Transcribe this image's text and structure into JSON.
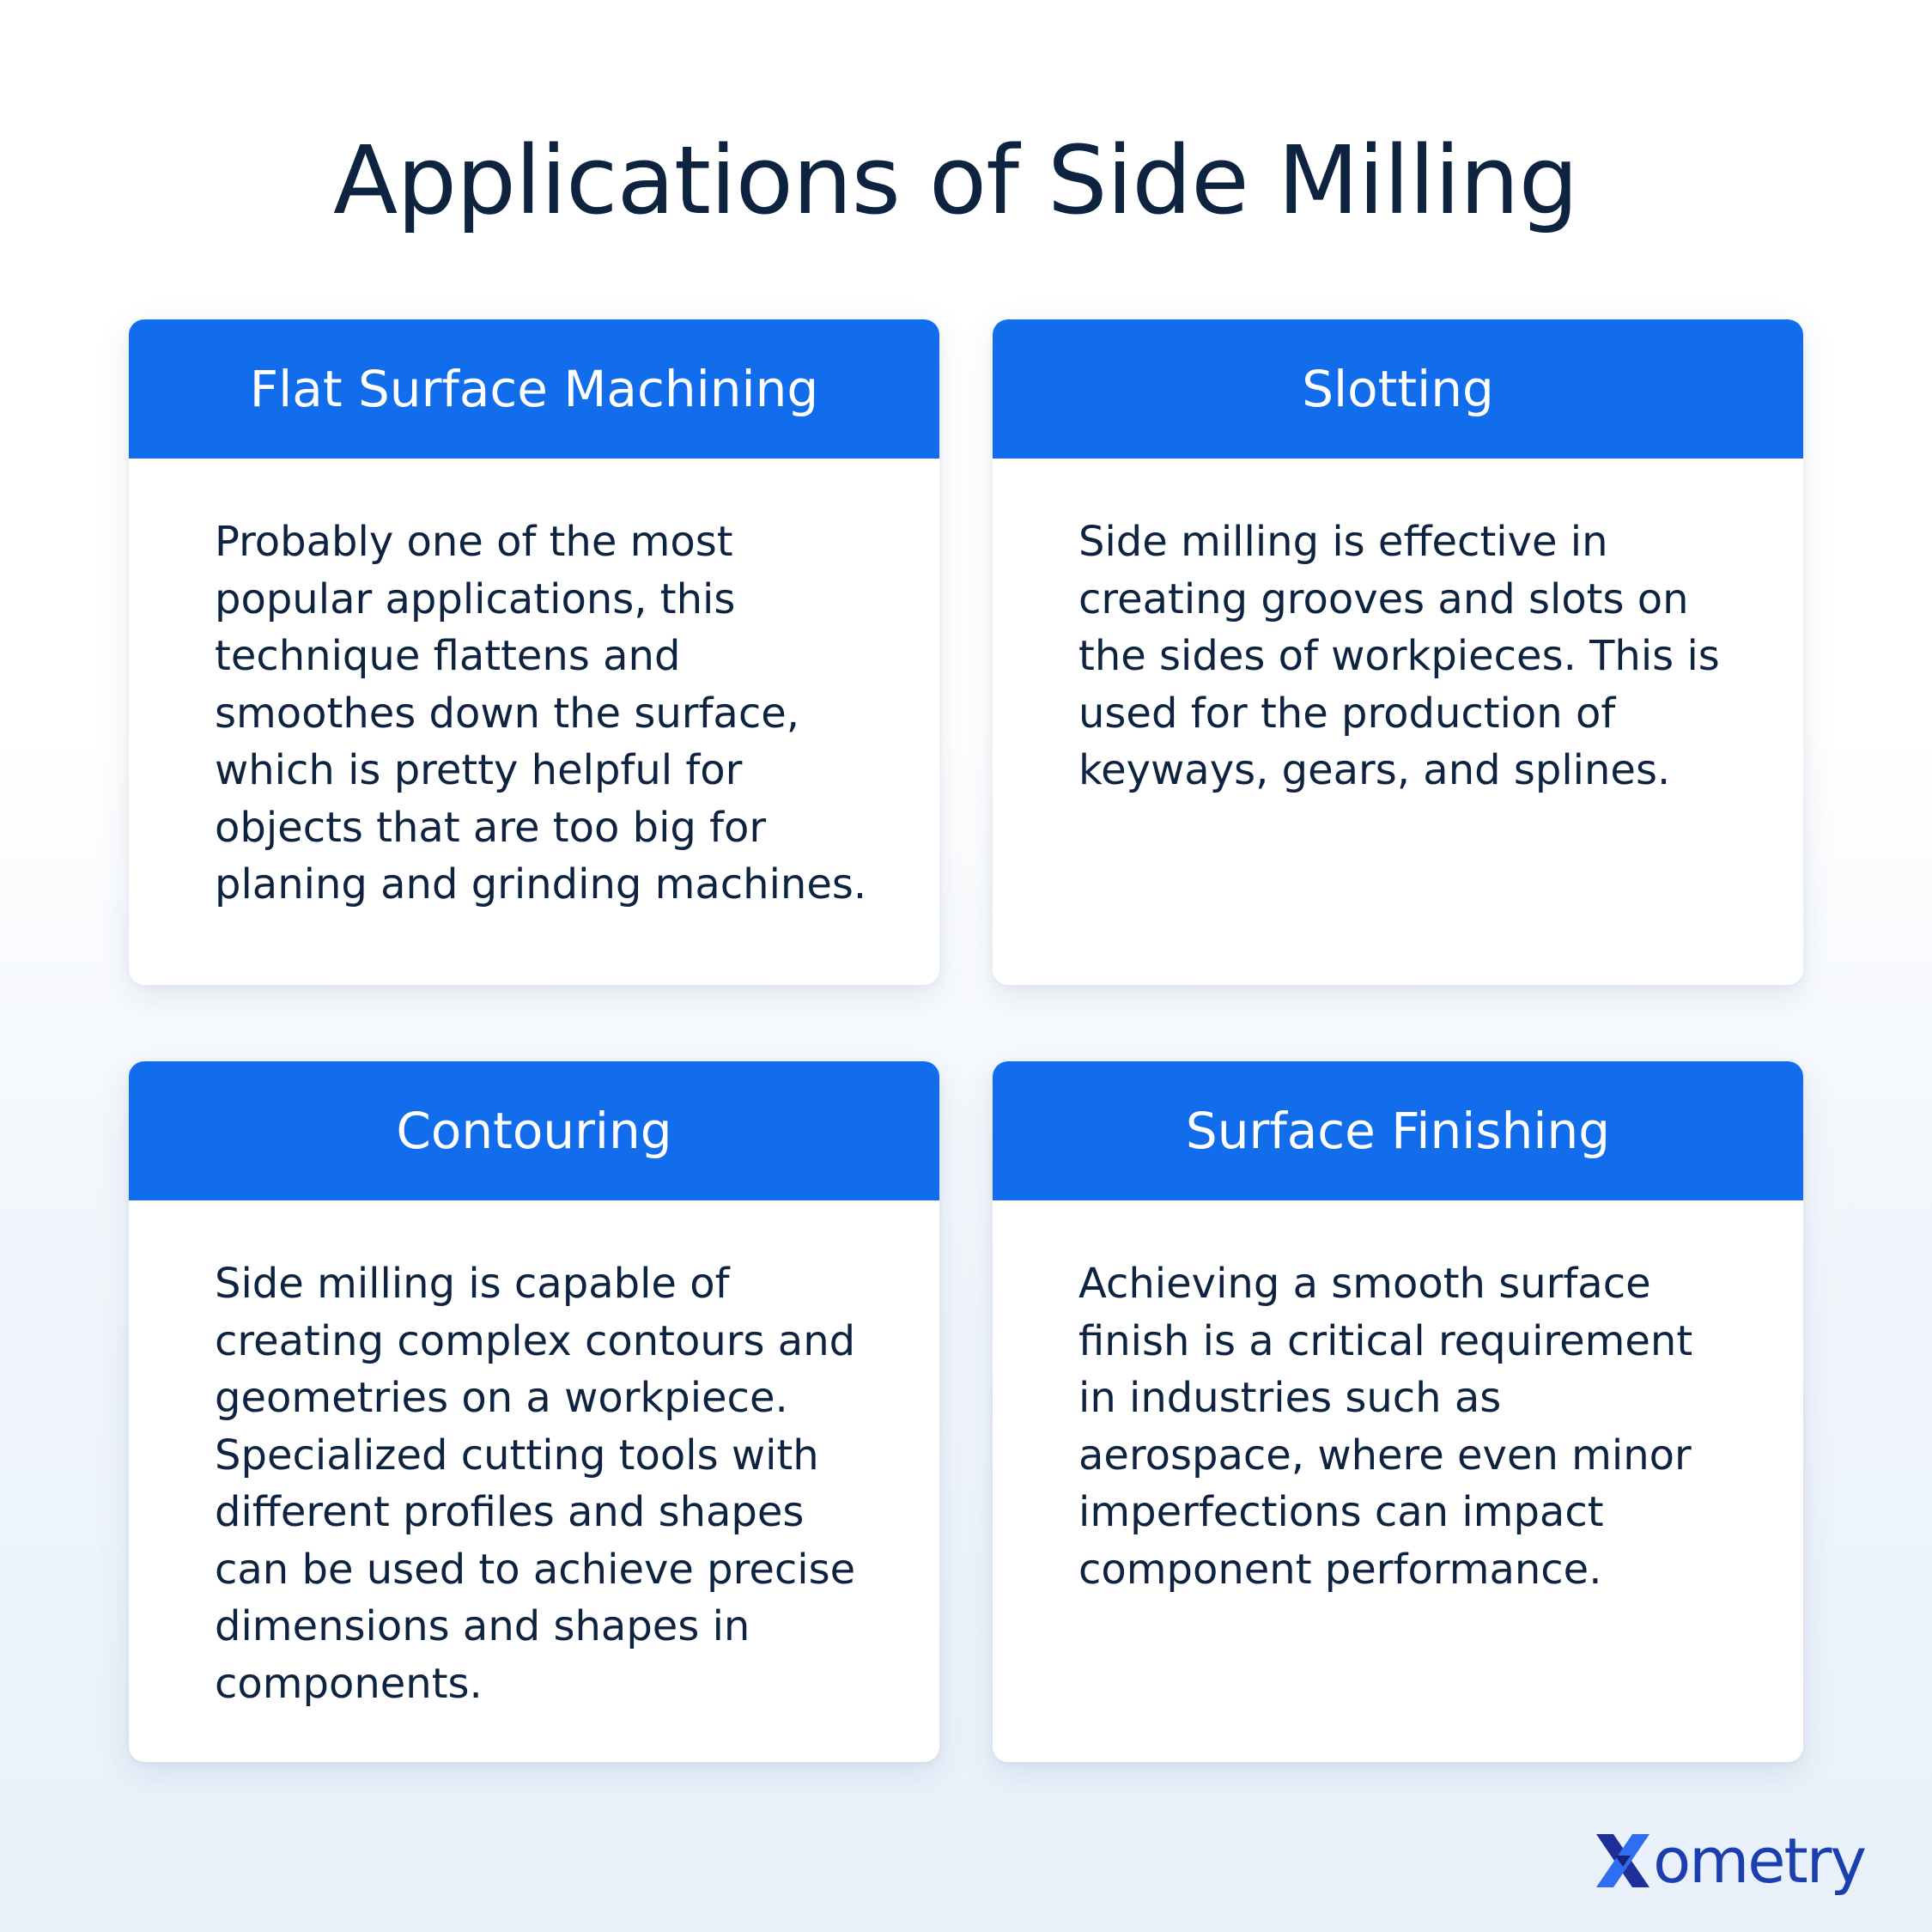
{
  "title": "Applications of Side Milling",
  "cards": [
    {
      "title": "Flat Surface Machining",
      "lines": [
        "Probably one of the most",
        "popular applications, this",
        "technique flattens and",
        "smoothes down the surface,",
        "which is pretty helpful for",
        "objects that are too big for",
        "planing and grinding machines."
      ]
    },
    {
      "title": "Slotting",
      "lines": [
        "Side milling is effective in",
        "creating grooves and slots on",
        "the sides of workpieces. This is",
        "used for the production of",
        "keyways, gears, and splines."
      ]
    },
    {
      "title": "Contouring",
      "lines": [
        "Side milling is capable of",
        "creating complex contours and",
        "geometries on a workpiece.",
        "Specialized cutting tools with",
        "different profiles and shapes",
        "can be used to achieve precise",
        "dimensions and shapes in",
        "components."
      ]
    },
    {
      "title": "Surface Finishing",
      "lines": [
        "Achieving a smooth surface",
        "finish is a critical requirement",
        "in industries such as",
        "aerospace, where even minor",
        "imperfections can impact",
        "component performance."
      ]
    }
  ],
  "logo": {
    "text": "ometry",
    "mark": "X",
    "icon": "xometry-x-icon"
  },
  "colors": {
    "accent": "#116DEB",
    "text": "#0d2340",
    "logo": "#1c3fb0"
  }
}
